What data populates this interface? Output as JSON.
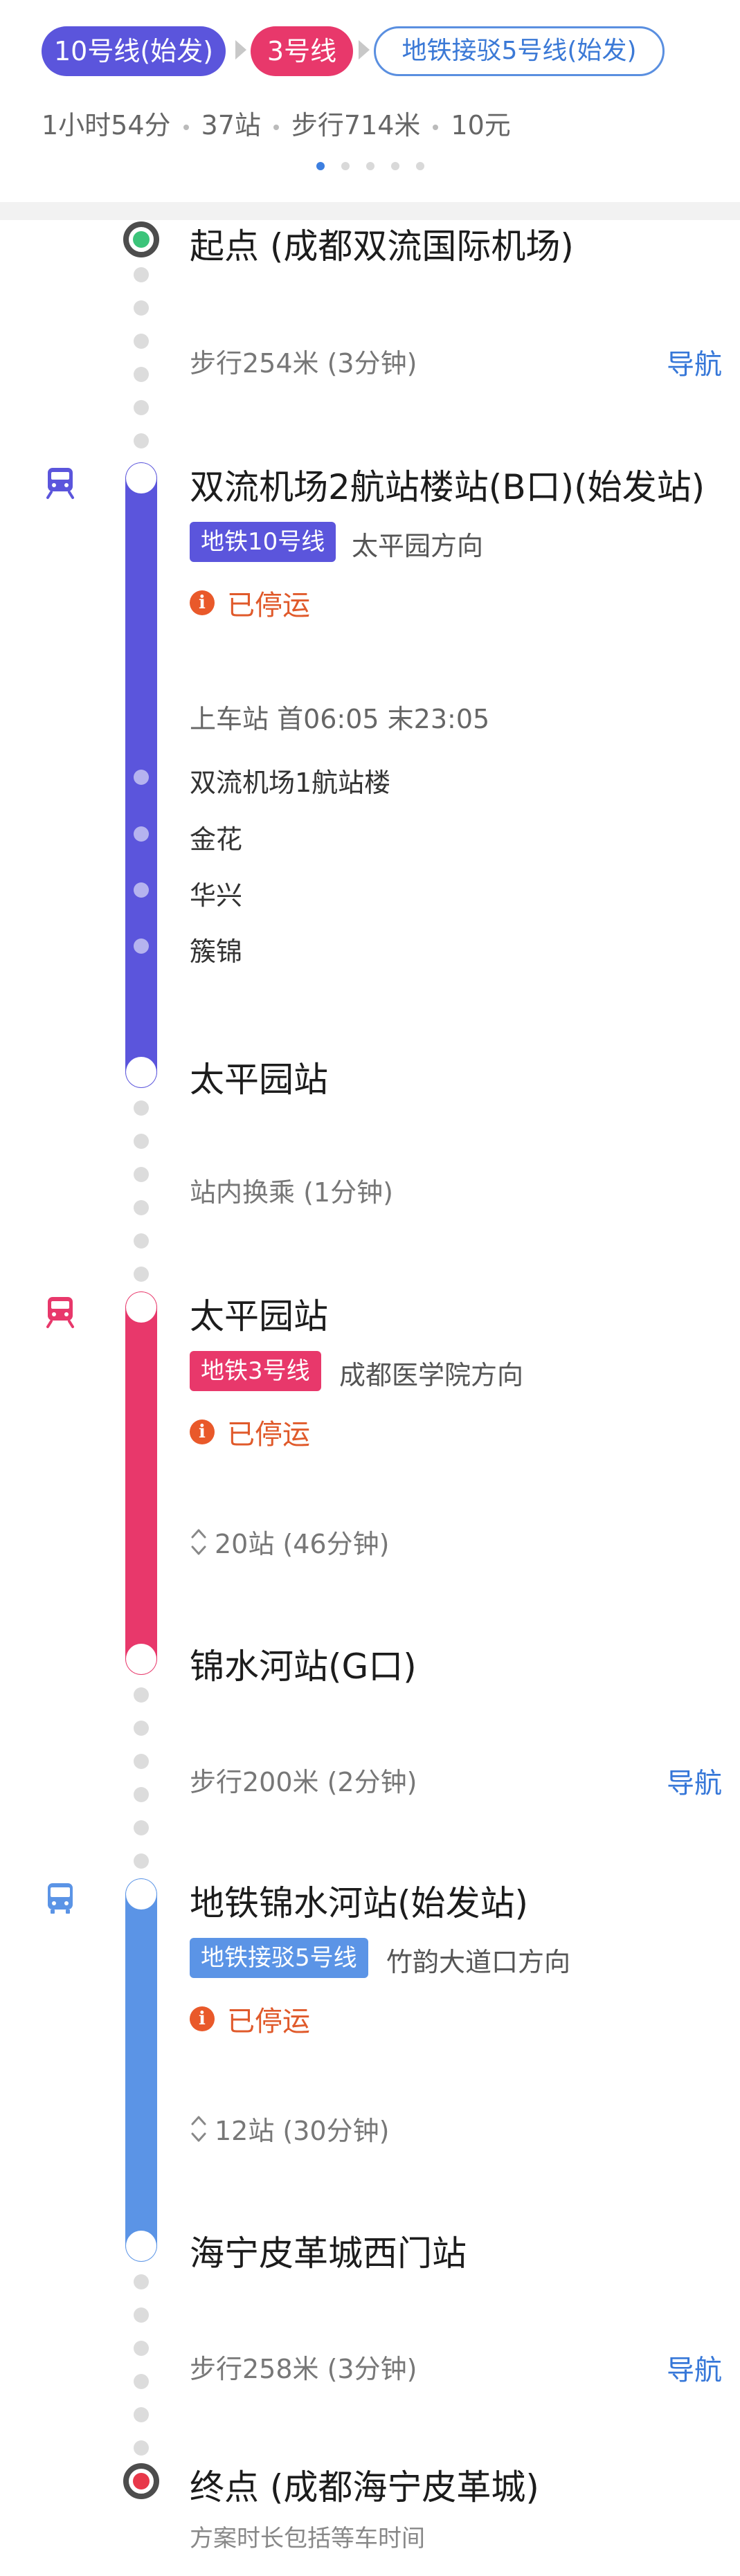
{
  "header": {
    "lines": [
      "10号线(始发)",
      "3号线",
      "地铁接驳5号线(始发)"
    ],
    "summary": {
      "duration": "1小时54分",
      "stations": "37站",
      "walk": "步行714米",
      "fare": "10元"
    },
    "pager": {
      "total": 5,
      "active": 1
    }
  },
  "colors": {
    "line10": "#5b55dc",
    "line3": "#e8386b",
    "line5": "#5b94e6",
    "nav": "#3677d8",
    "warning": "#e9592a",
    "start": "#2ecc71",
    "end": "#e8384a"
  },
  "route": {
    "start": {
      "label": "起点 (成都双流国际机场)"
    },
    "walk1": {
      "text": "步行254米 (3分钟)",
      "nav": "导航"
    },
    "seg1": {
      "icon": "subway-icon",
      "board_station": "双流机场2航站楼站(B口)(始发站)",
      "line_badge": "地铁10号线",
      "direction": "太平园方向",
      "status": "已停运",
      "board_info": "上车站  首06:05 末23:05",
      "intermediate": [
        "双流机场1航站楼",
        "金花",
        "华兴",
        "簇锦"
      ],
      "alight_station": "太平园站"
    },
    "transfer": {
      "text": "站内换乘 (1分钟)"
    },
    "seg2": {
      "icon": "subway-icon",
      "board_station": "太平园站",
      "line_badge": "地铁3号线",
      "direction": "成都医学院方向",
      "status": "已停运",
      "stops": "20站 (46分钟)",
      "alight_station": "锦水河站(G口)"
    },
    "walk2": {
      "text": "步行200米 (2分钟)",
      "nav": "导航"
    },
    "seg3": {
      "icon": "bus-icon",
      "board_station": "地铁锦水河站(始发站)",
      "line_badge": "地铁接驳5号线",
      "direction": "竹韵大道口方向",
      "status": "已停运",
      "stops": "12站 (30分钟)",
      "alight_station": "海宁皮革城西门站"
    },
    "walk3": {
      "text": "步行258米 (3分钟)",
      "nav": "导航"
    },
    "end": {
      "label": "终点 (成都海宁皮革城)",
      "note": "方案时长包括等车时间"
    }
  }
}
